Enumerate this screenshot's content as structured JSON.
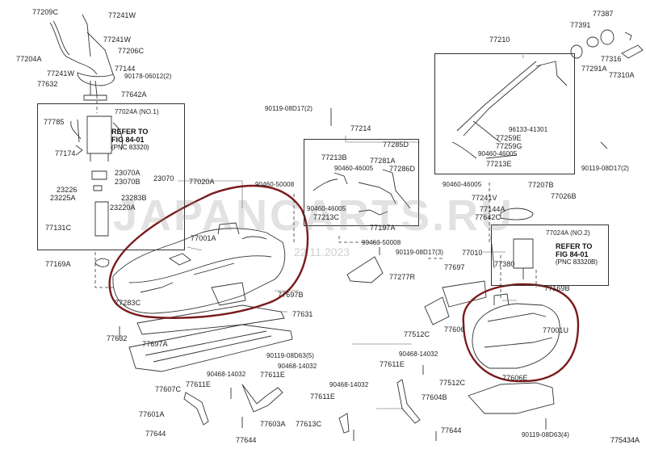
{
  "diagram": {
    "code": "775434A",
    "watermark": "JAPANCARTS.RU",
    "watermark_date": "22.11.2023",
    "highlight_color": "#7a1a1a",
    "labels": [
      "77209C",
      "77241W",
      "77241W",
      "77206C",
      "77204A",
      "77144",
      "77241W",
      "90178-06012(2)",
      "77632",
      "77642A",
      "77024A (NO.1)",
      "77785",
      "77174",
      "23070A",
      "23070B",
      "23070",
      "77020A",
      "23226",
      "23225A",
      "23283B",
      "23220A",
      "77131C",
      "77169A",
      "90119-08D17(2)",
      "77214",
      "77213B",
      "77285D",
      "77281A",
      "90460-46005",
      "77286D",
      "90460-50008",
      "90460-46005",
      "77213C",
      "77197A",
      "90460-50008",
      "90119-08D17(3)",
      "77277R",
      "77001A",
      "77283C",
      "77697B",
      "77631",
      "77632",
      "77697A",
      "90119-08D63(5)",
      "90468-14032",
      "77611E",
      "77611E",
      "90468-14032",
      "77607C",
      "77601A",
      "77644",
      "77644",
      "77603A",
      "77611E",
      "77613C",
      "90468-14032",
      "77611E",
      "77604B",
      "77644",
      "77697",
      "77512C",
      "77606",
      "90468-14032",
      "77512C",
      "77606E",
      "90119-08D63(4)",
      "77210",
      "96133-41301",
      "77259E",
      "77259G",
      "90460-46005",
      "77213E",
      "90460-46005",
      "77207B",
      "77241V",
      "77144A",
      "77642C",
      "77026B",
      "77024A (NO.2)",
      "77010",
      "77380",
      "77169B",
      "77001U",
      "77391",
      "77387",
      "77316",
      "77291A",
      "77310A",
      "90119-08D17(2)"
    ],
    "refer_1": {
      "line1": "REFER TO",
      "line2": "FIG 84-01",
      "line3": "(PNC 83320)"
    },
    "refer_2": {
      "line1": "REFER TO",
      "line2": "FIG 84-01",
      "line3": "(PNC 83320B)"
    }
  }
}
